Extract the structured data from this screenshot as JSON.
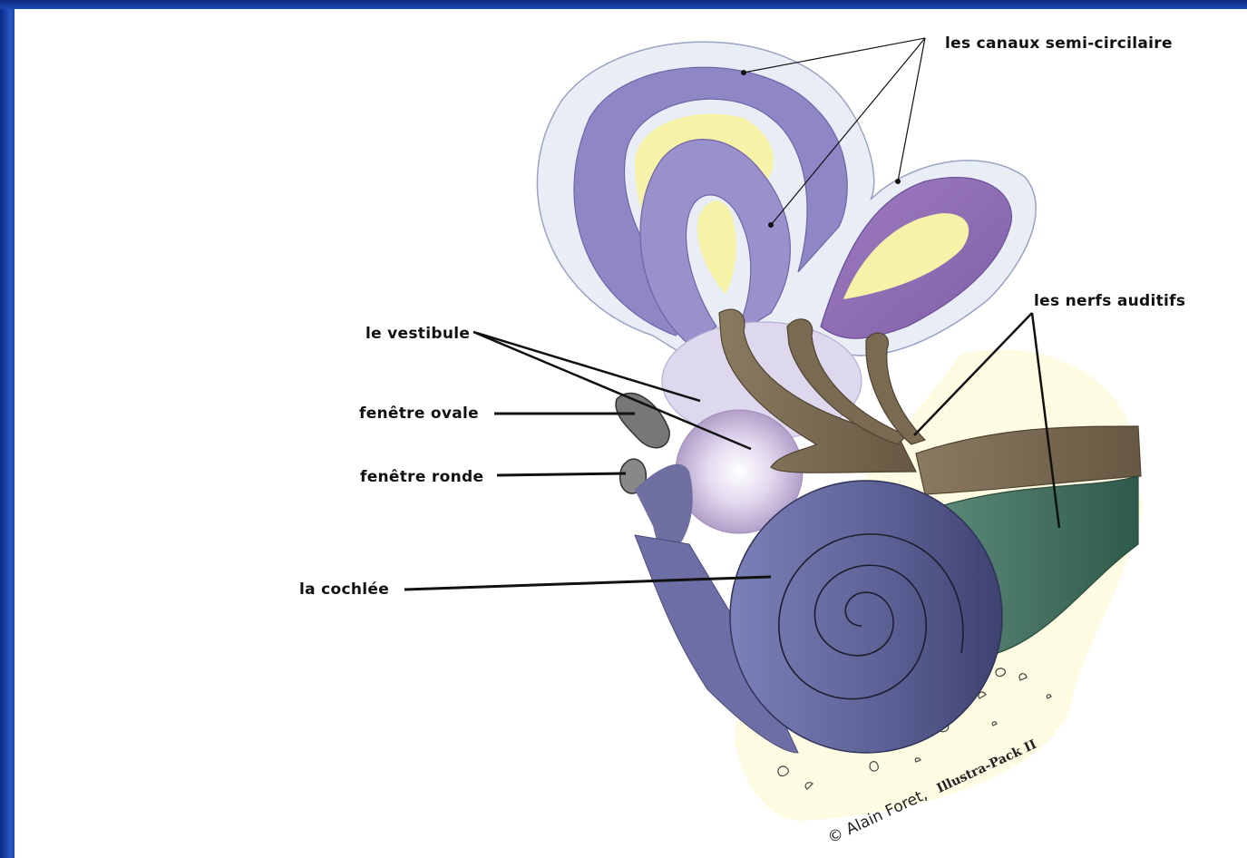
{
  "diagram": {
    "labels": {
      "canaux": "les canaux semi-circilaire",
      "nerfs": "les nerfs auditifs",
      "vestibule": "le vestibule",
      "ovale": "fenêtre ovale",
      "ronde": "fenêtre ronde",
      "cochlee": "la cochlée"
    },
    "credit": {
      "prefix": "© Alain Foret,",
      "brand": "Illustra-Pack II"
    }
  },
  "colors": {
    "frame": "#0e2f8a",
    "canal": "#8f86c6",
    "canal_dark": "#7a63ad",
    "endolymph": "#f6f2a8",
    "nerve": "#7b6a52",
    "nerve_green": "#3f6a5a",
    "cochlea": "#5f6596",
    "vestibule": "#ddd8ee",
    "bone": "#fdfbe2"
  }
}
